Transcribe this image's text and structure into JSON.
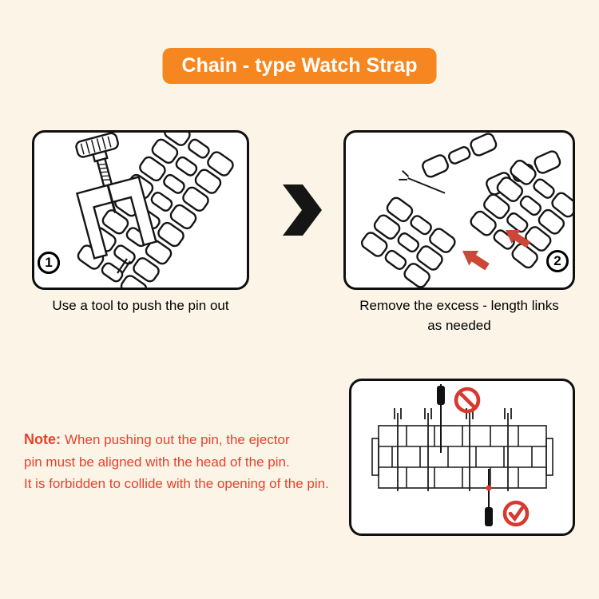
{
  "banner": {
    "title": "Chain - type Watch Strap"
  },
  "steps": [
    {
      "number": "1",
      "caption": "Use a tool to push the pin out"
    },
    {
      "number": "2",
      "caption_line1": "Remove the excess - length links",
      "caption_line2": "as needed"
    }
  ],
  "note": {
    "label": "Note:",
    "lines": [
      "When pushing out the pin, the ejector",
      "pin must be aligned with the head of the pin.",
      "It is forbidden to collide with the opening of the pin."
    ]
  },
  "icons": {
    "between_steps": "chevron-right",
    "detail_wrong": "no-entry",
    "detail_correct": "checkmark"
  },
  "colors": {
    "background": "#FCF5E7",
    "banner_orange": "#F6861F",
    "banner_text": "#FFFFFF",
    "note_red": "#E8402C",
    "arrow_red": "#CC4737",
    "icon_red": "#D8382E",
    "line_black": "#151515",
    "panel_bg": "#FFFFFF"
  }
}
